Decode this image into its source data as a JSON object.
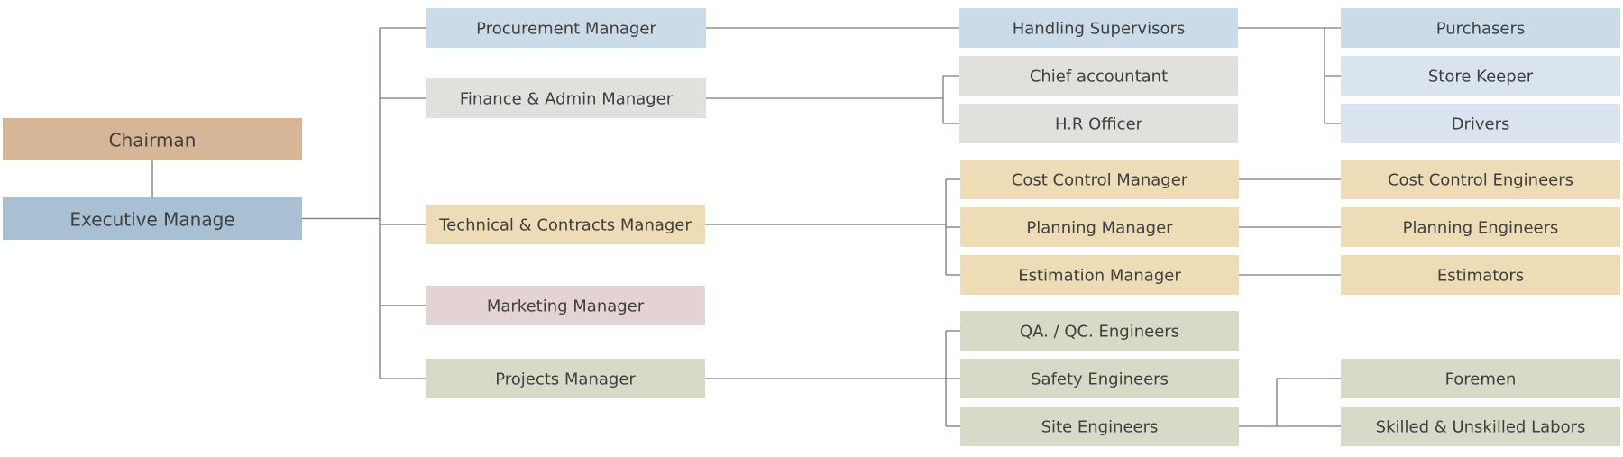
{
  "colors": {
    "chairman": "#d6b697",
    "executive": "#a8c0d3",
    "procurement": "#ccdbe8",
    "procurement_light": "#d9e4ef",
    "finance": "#e2e0dd",
    "technical": "#eedcb6",
    "marketing": "#e3d3d3",
    "projects": "#d6dbc8",
    "line": "#7a7a7a",
    "text": "#3f3f3f"
  },
  "nodes": {
    "chairman": {
      "label": "Chairman",
      "color": "chairman"
    },
    "executive": {
      "label": "Executive Manage",
      "color": "executive"
    },
    "procurement": {
      "label": "Procurement Manager",
      "color": "procurement"
    },
    "finance": {
      "label": "Finance & Admin Manager",
      "color": "finance"
    },
    "technical": {
      "label": "Technical & Contracts Manager",
      "color": "technical"
    },
    "marketing": {
      "label": "Marketing Manager",
      "color": "marketing"
    },
    "projects": {
      "label": "Projects Manager",
      "color": "projects"
    },
    "handling": {
      "label": "Handling Supervisors",
      "color": "procurement"
    },
    "chief_acc": {
      "label": "Chief accountant",
      "color": "finance"
    },
    "hr": {
      "label": "H.R Officer",
      "color": "finance"
    },
    "cost_ctrl_mgr": {
      "label": "Cost Control Manager",
      "color": "technical"
    },
    "planning_mgr": {
      "label": "Planning Manager",
      "color": "technical"
    },
    "estimation_mgr": {
      "label": "Estimation Manager",
      "color": "technical"
    },
    "qa_qc": {
      "label": "QA. / QC. Engineers",
      "color": "projects"
    },
    "safety": {
      "label": "Safety Engineers",
      "color": "projects"
    },
    "site": {
      "label": "Site Engineers",
      "color": "projects"
    },
    "purchasers": {
      "label": "Purchasers",
      "color": "procurement"
    },
    "store_keeper": {
      "label": "Store Keeper",
      "color": "procurement_light"
    },
    "drivers": {
      "label": "Drivers",
      "color": "procurement_light"
    },
    "cost_ctrl_eng": {
      "label": "Cost Control Engineers",
      "color": "technical"
    },
    "planning_eng": {
      "label": "Planning Engineers",
      "color": "technical"
    },
    "estimators": {
      "label": "Estimators",
      "color": "technical"
    },
    "foremen": {
      "label": "Foremen",
      "color": "projects"
    },
    "labors": {
      "label": "Skilled & Unskilled Labors",
      "color": "projects"
    }
  },
  "edges": [
    [
      "chairman",
      "executive"
    ],
    [
      "executive",
      "procurement"
    ],
    [
      "executive",
      "finance"
    ],
    [
      "executive",
      "technical"
    ],
    [
      "executive",
      "marketing"
    ],
    [
      "executive",
      "projects"
    ],
    [
      "procurement",
      "handling"
    ],
    [
      "finance",
      "chief_acc"
    ],
    [
      "finance",
      "hr"
    ],
    [
      "technical",
      "cost_ctrl_mgr"
    ],
    [
      "technical",
      "planning_mgr"
    ],
    [
      "technical",
      "estimation_mgr"
    ],
    [
      "projects",
      "qa_qc"
    ],
    [
      "projects",
      "safety"
    ],
    [
      "projects",
      "site"
    ],
    [
      "handling",
      "purchasers"
    ],
    [
      "handling",
      "store_keeper"
    ],
    [
      "handling",
      "drivers"
    ],
    [
      "cost_ctrl_mgr",
      "cost_ctrl_eng"
    ],
    [
      "planning_mgr",
      "planning_eng"
    ],
    [
      "estimation_mgr",
      "estimators"
    ],
    [
      "site",
      "foremen"
    ],
    [
      "site",
      "labors"
    ]
  ]
}
